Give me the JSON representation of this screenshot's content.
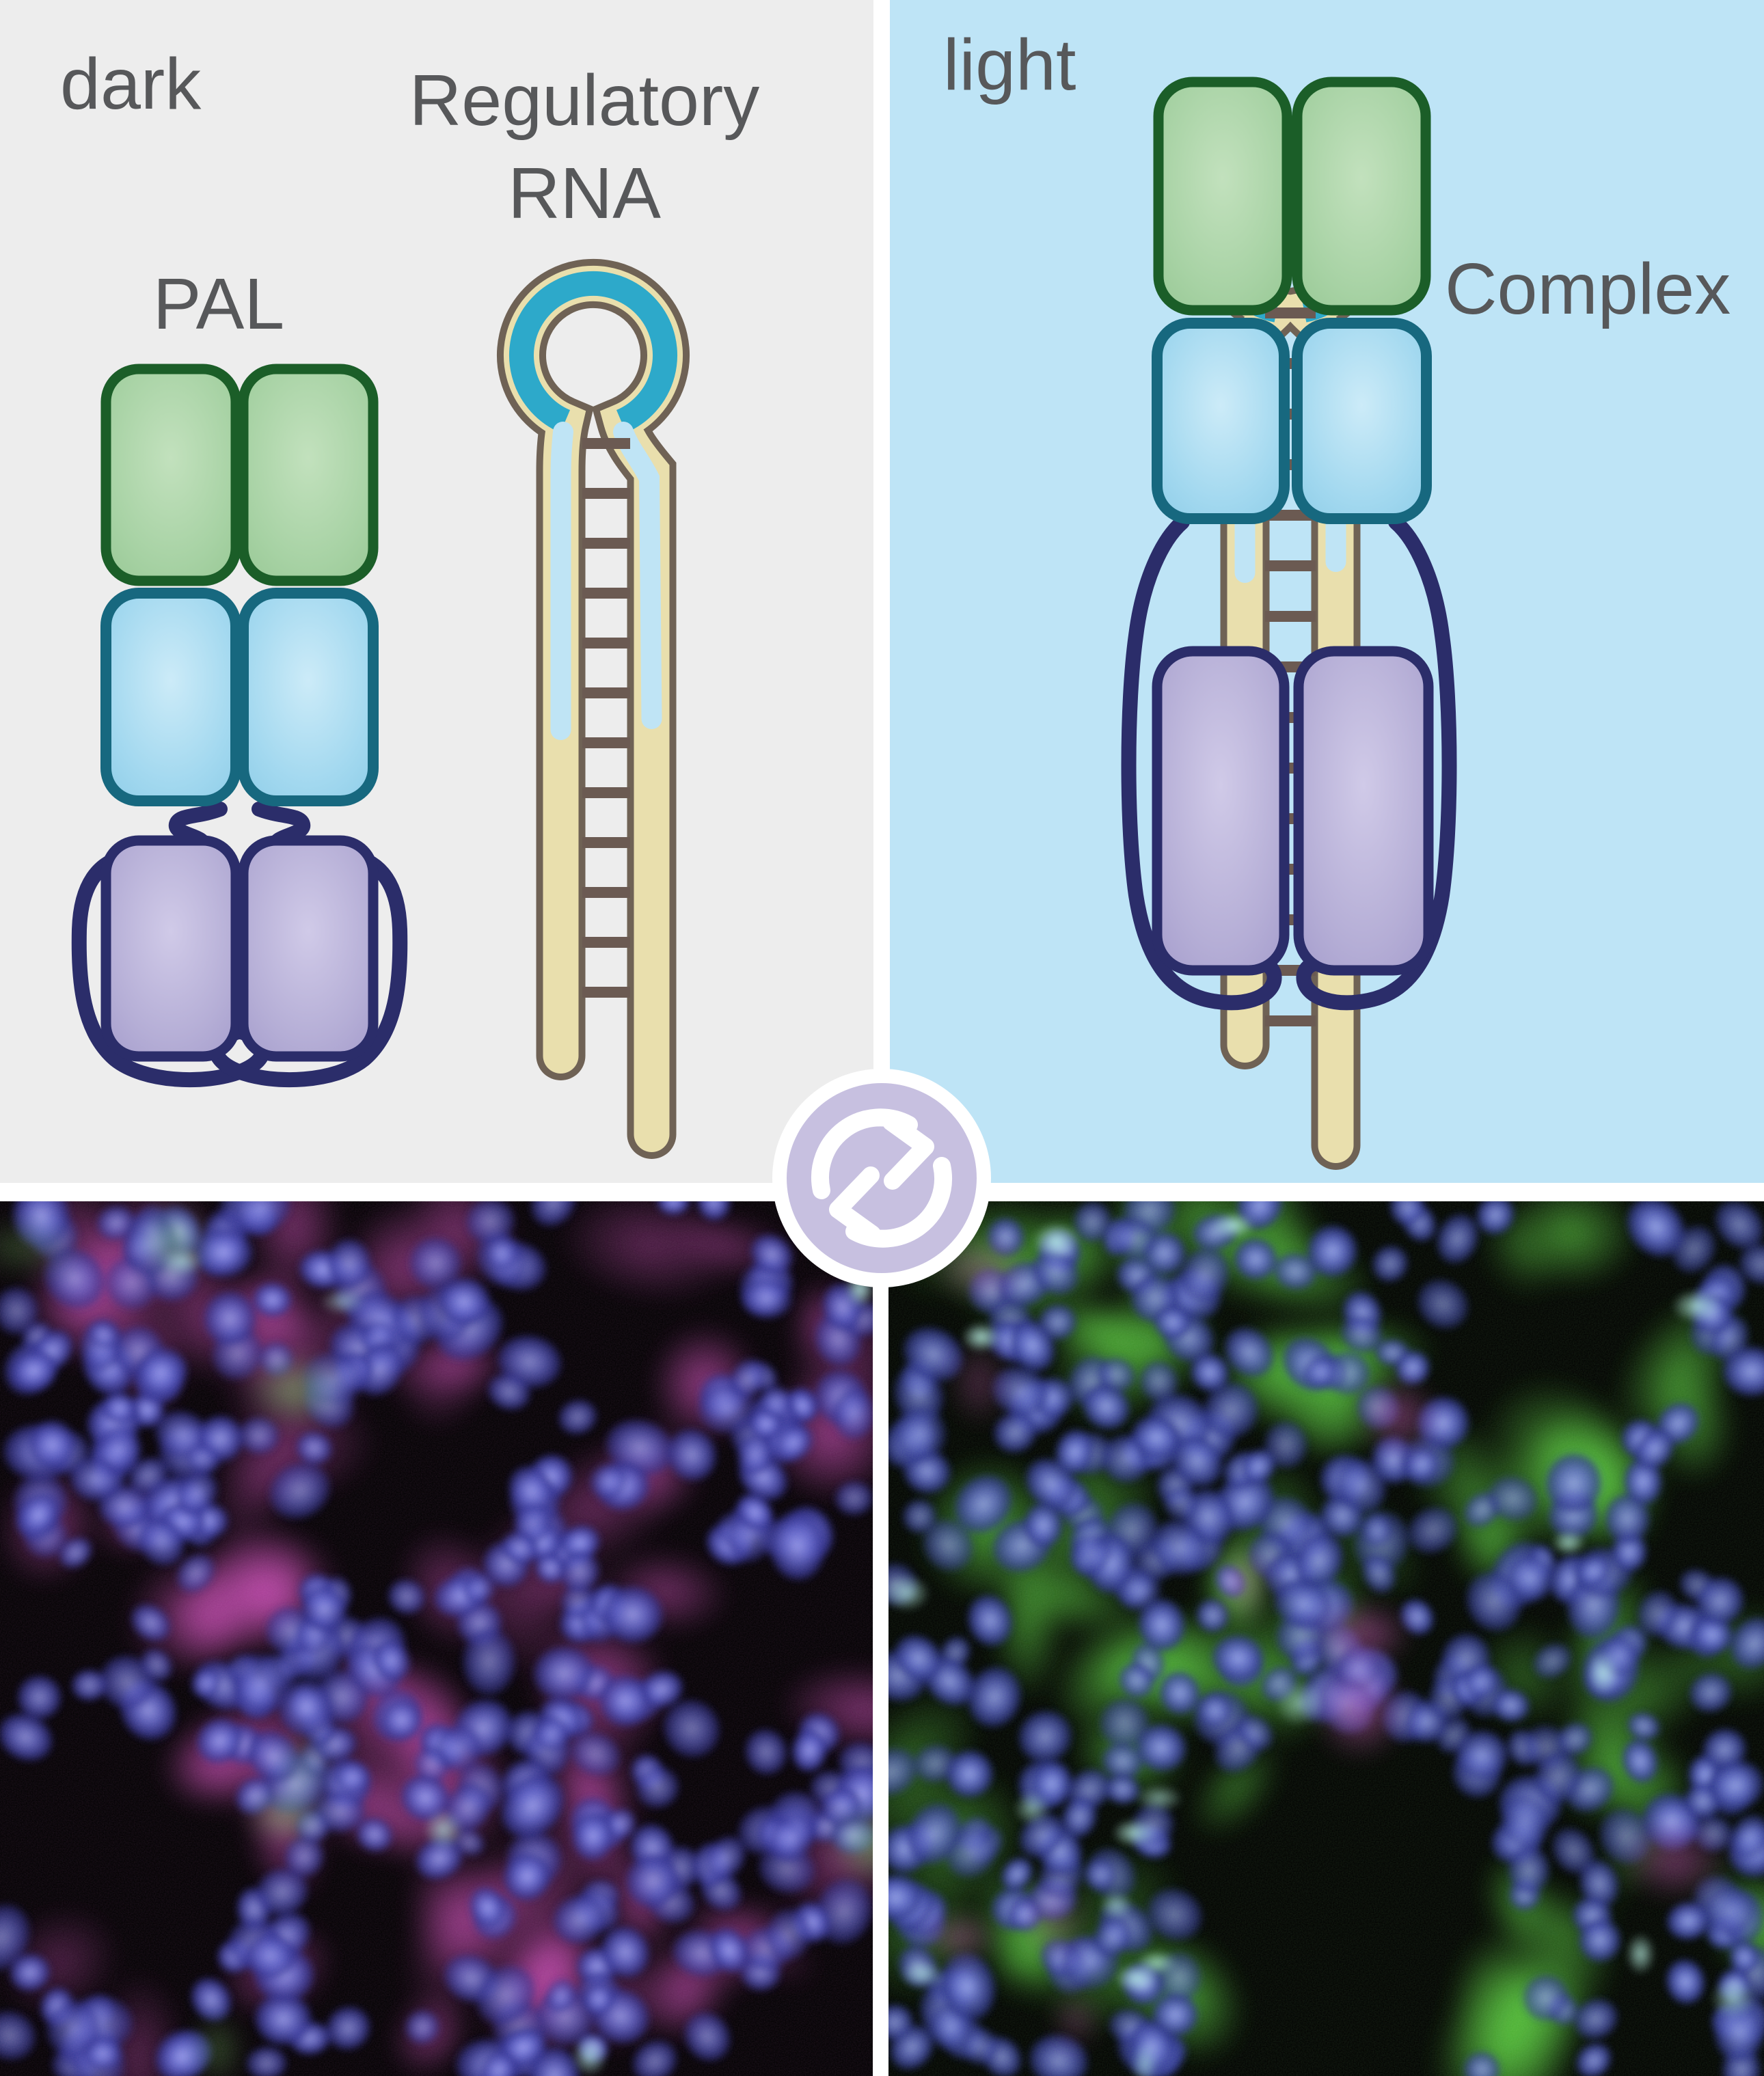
{
  "panels": {
    "dark": {
      "label": "dark",
      "pal_label": "PAL",
      "rna_label_1": "Regulatory",
      "rna_label_2": "RNA"
    },
    "light": {
      "label": "light",
      "complex_label": "Complex"
    }
  },
  "icon": {
    "name": "cycle-arrows-icon",
    "circle_color": "#c7c0e0",
    "arrow_color": "#ffffff"
  },
  "colors": {
    "panel_dark_bg": "#ededed",
    "panel_light_bg": "#bee4f6",
    "label_text": "#57585a",
    "domain_green_fill": "#a7d2a4",
    "domain_green_border": "#1b5e28",
    "domain_blue_fill": "#a2d8ef",
    "domain_blue_border": "#17687f",
    "domain_purple_fill": "#b5aed6",
    "domain_purple_border": "#2b2d6a",
    "linker_navy": "#2b2d6a",
    "rna_strand_fill": "#e9dfad",
    "rna_outline": "#6f6255",
    "rna_loop_teal": "#2da9ca",
    "rna_core_lightblue": "#bfe4f5",
    "rna_basepair": "#6b5a52"
  },
  "microscopy": {
    "left": {
      "background": "#000000",
      "nucleus_core": "#98a0ee",
      "nucleus_mid": "#5b63c8",
      "nucleus_edge": "#2c3190",
      "cytoplasm": "#c94fb4",
      "accent": "#8cf06e",
      "bright": "#b8f4ec",
      "grain": "#d94fc4"
    },
    "right": {
      "background": "#000000",
      "nucleus_core": "#96a0ec",
      "nucleus_mid": "#5a62c6",
      "nucleus_edge": "#2b308e",
      "cytoplasm": "#63dc46",
      "accent": "#d45cc0",
      "bright": "#c0f8ee",
      "grain": "#6ee856"
    }
  }
}
